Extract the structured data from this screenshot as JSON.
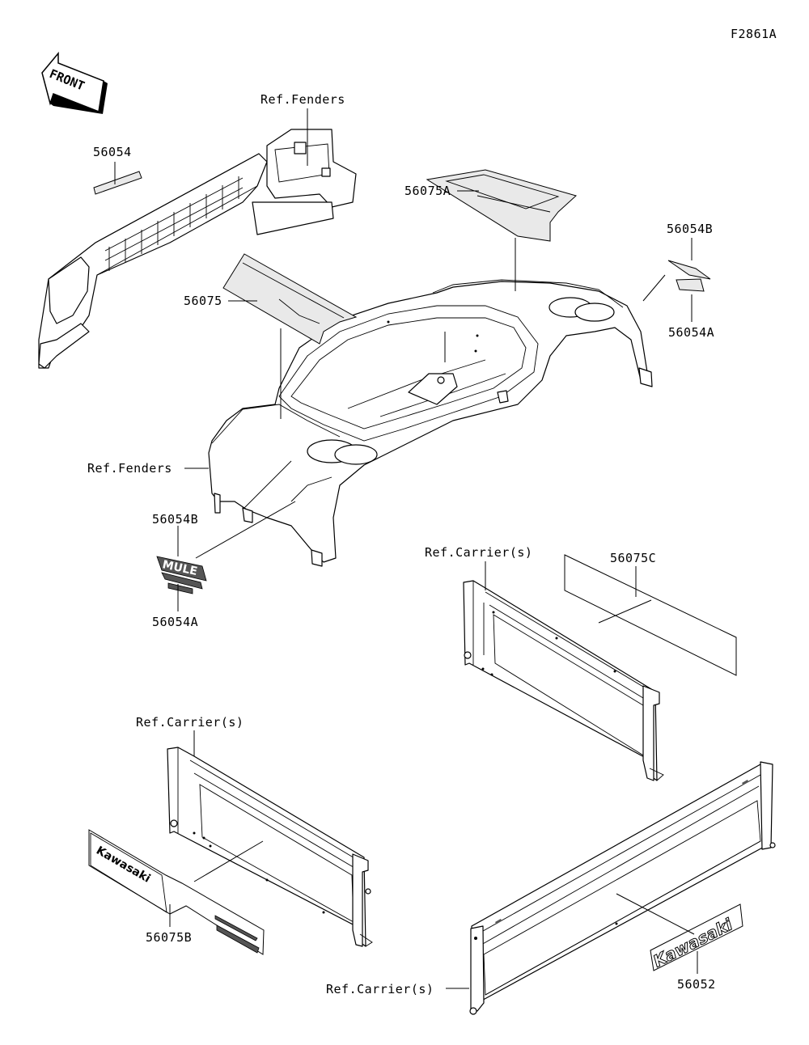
{
  "figure_id": "F2861A",
  "front_label": "FRONT",
  "callouts": {
    "ref_fenders_top": "Ref.Fenders",
    "ref_fenders_left": "Ref.Fenders",
    "ref_carrier_1": "Ref.Carrier(s)",
    "ref_carrier_2": "Ref.Carrier(s)",
    "ref_carrier_3": "Ref.Carrier(s)",
    "p56054": "56054",
    "p56075A": "56075A",
    "p56054B_right": "56054B",
    "p56054A_right": "56054A",
    "p56075": "56075",
    "p56054B_left": "56054B",
    "p56054A_left": "56054A",
    "p56075C": "56075C",
    "p56075B": "56075B",
    "p56052": "56052"
  },
  "decals": {
    "kawasaki": "Kawasaki",
    "mule": "MULE"
  }
}
